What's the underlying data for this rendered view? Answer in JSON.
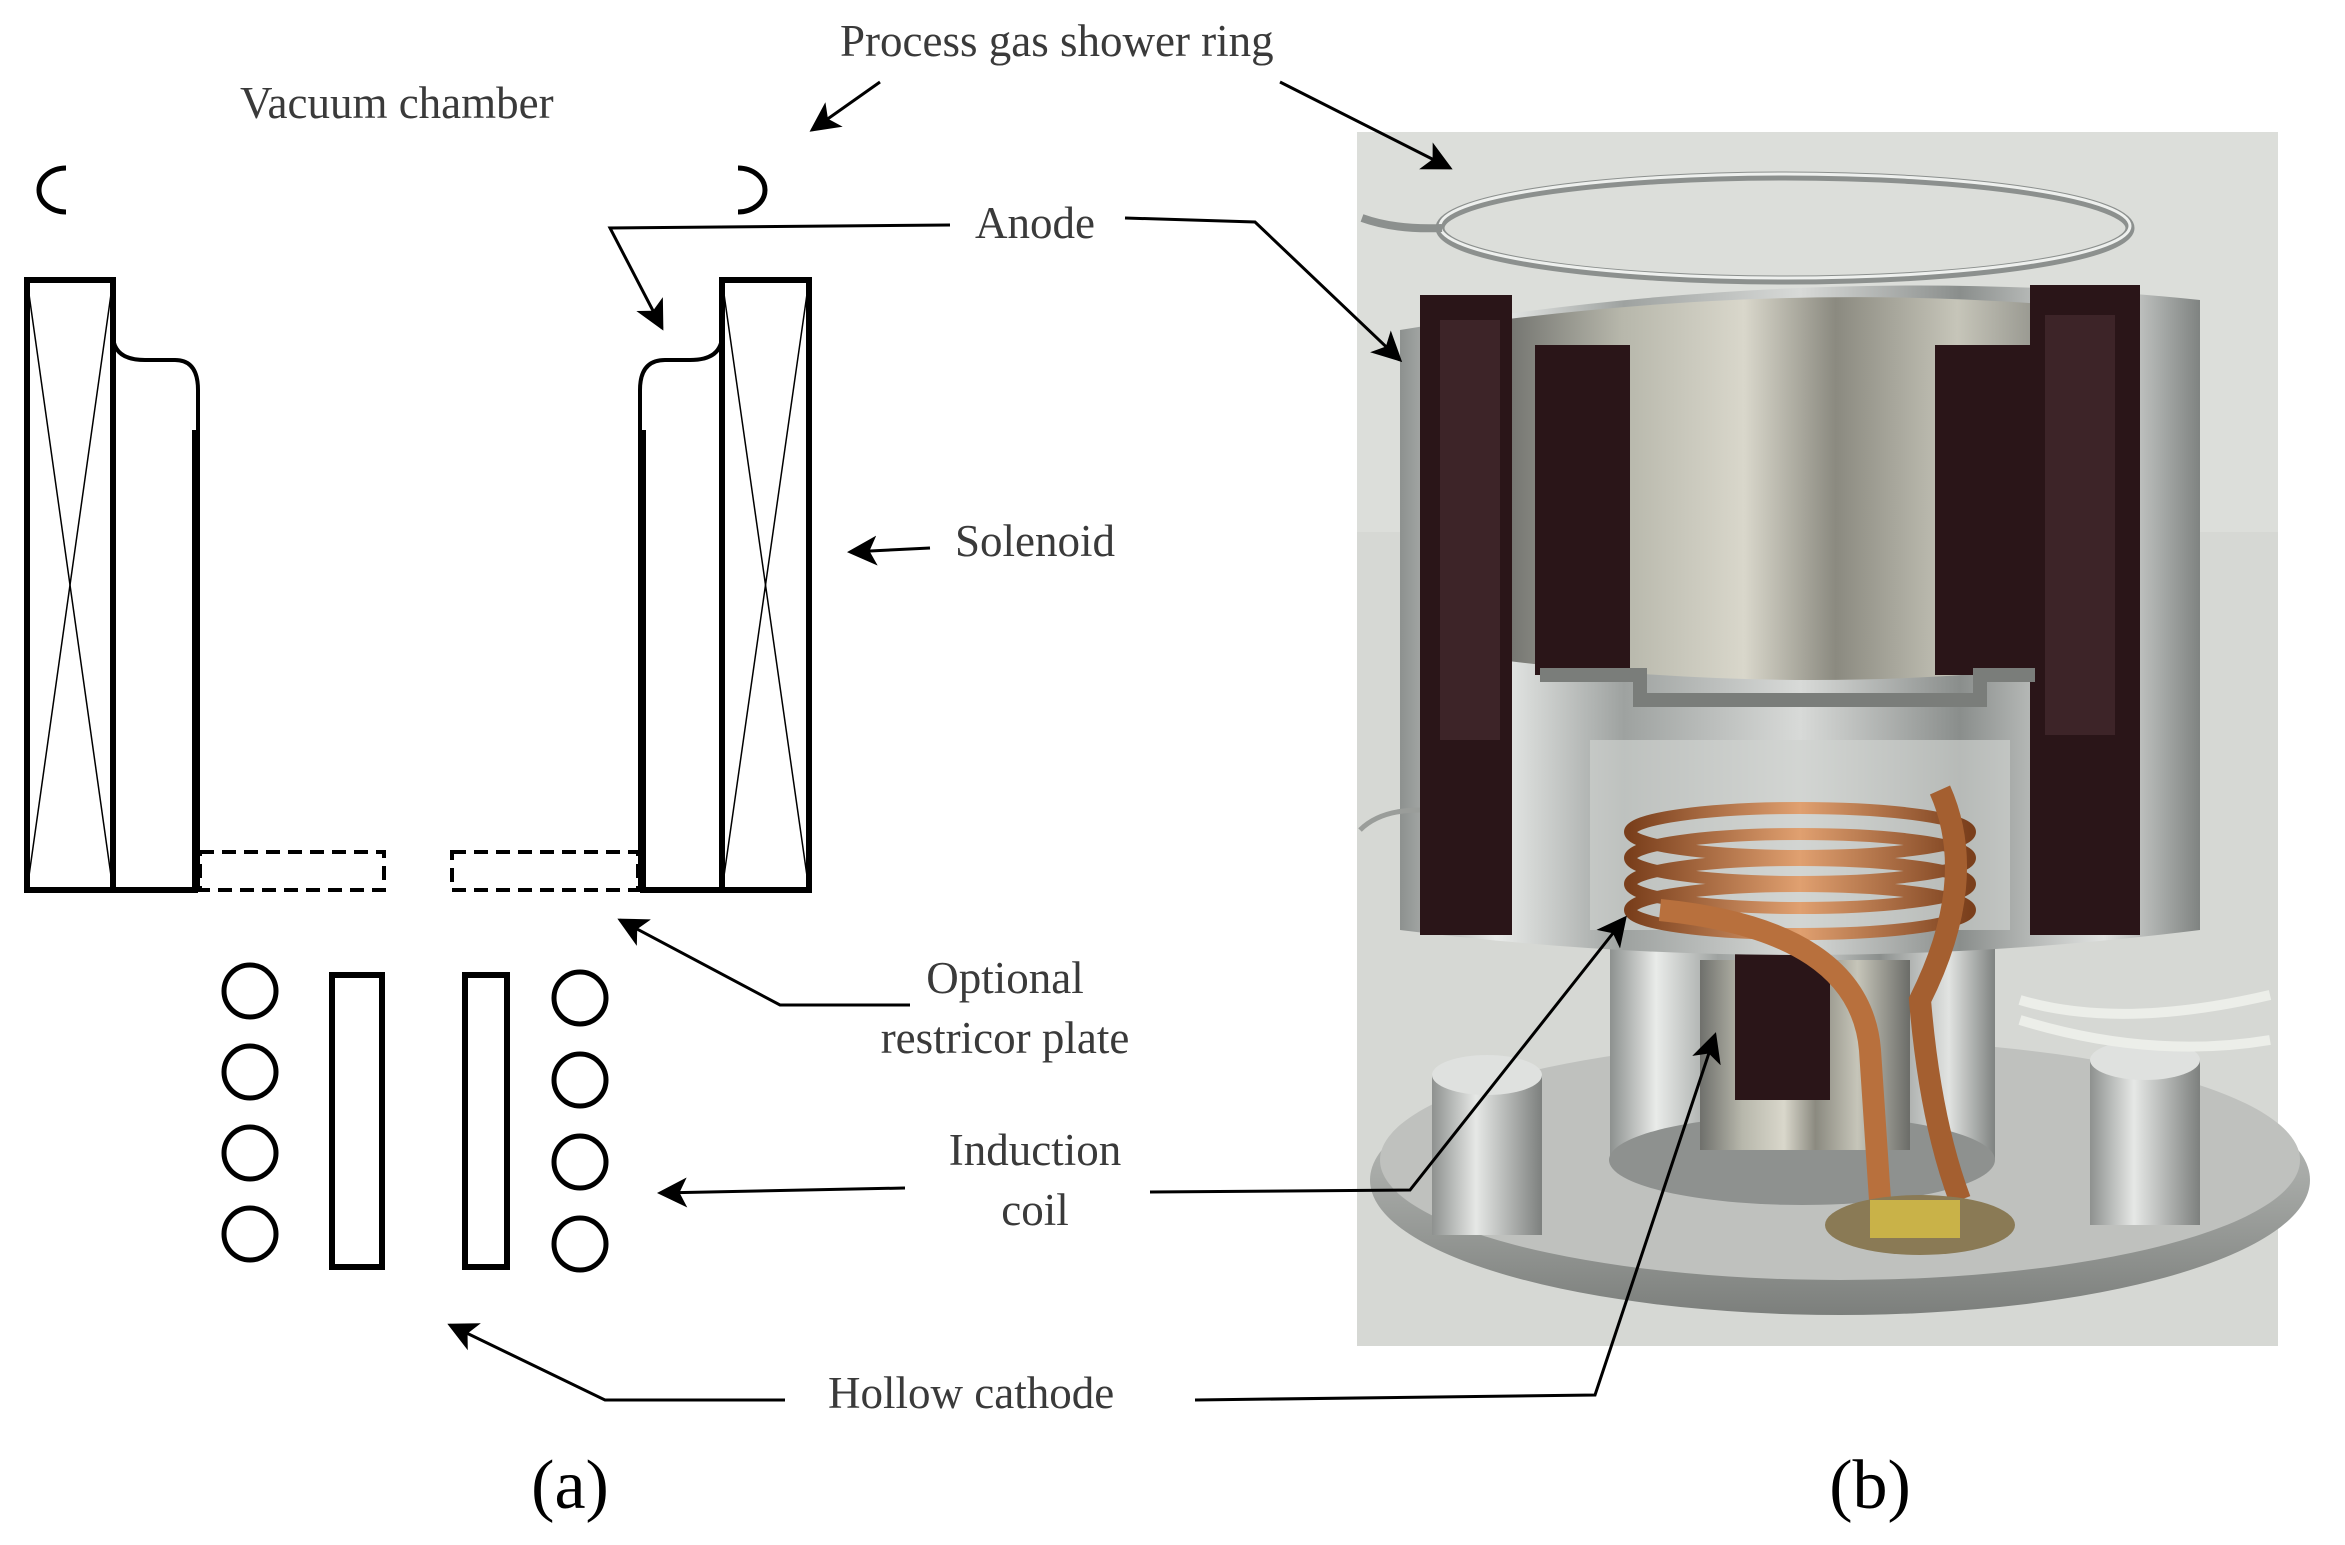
{
  "labels": {
    "vacuum_chamber": "Vacuum chamber",
    "process_gas_shower_ring": "Process gas shower ring",
    "anode": "Anode",
    "solenoid": "Solenoid",
    "optional_restrictor_line1": "Optional",
    "optional_restrictor_line2": "restricor plate",
    "induction_coil_line1": "Induction",
    "induction_coil_line2": "coil",
    "hollow_cathode": "Hollow cathode"
  },
  "panels": {
    "a": "(a)",
    "b": "(b)"
  },
  "colors": {
    "line": "#000000",
    "label_text": "#3a3a3a",
    "photo_background": "#d6d8d4",
    "copper": "#b8703d",
    "steel": "#b9bcbc",
    "dark_insulator": "#2a1518"
  },
  "photo": {
    "subject": "plasma source assembly photograph"
  }
}
